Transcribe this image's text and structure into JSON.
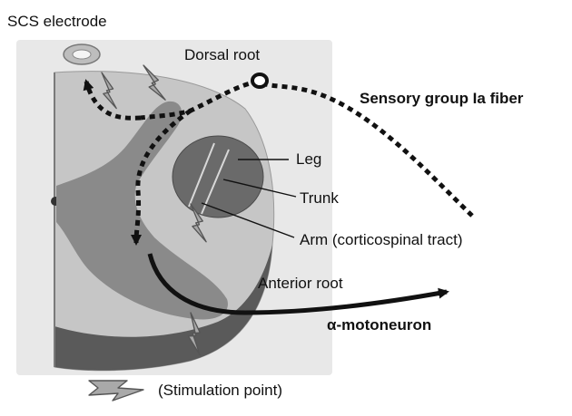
{
  "labels": {
    "electrode": "SCS electrode",
    "dorsal_root": "Dorsal root",
    "sensory_fiber": "Sensory group Ia fiber",
    "leg": "Leg",
    "trunk": "Trunk",
    "arm": "Arm (corticospinal tract)",
    "anterior_root": "Anterior root",
    "motoneuron": "α-motoneuron",
    "legend": "(Stimulation point)"
  },
  "colors": {
    "background": "#ffffff",
    "outer_panel": "#e8e8e8",
    "white_matter": "#c6c6c6",
    "gray_matter": "#8a8a8a",
    "corticospinal_tract": "#6a6a6a",
    "ventral_rim": "#5a5a5a",
    "fiber_path": "#111111",
    "bolt_fill": "#a9a9a9",
    "bolt_stroke": "#555555"
  }
}
